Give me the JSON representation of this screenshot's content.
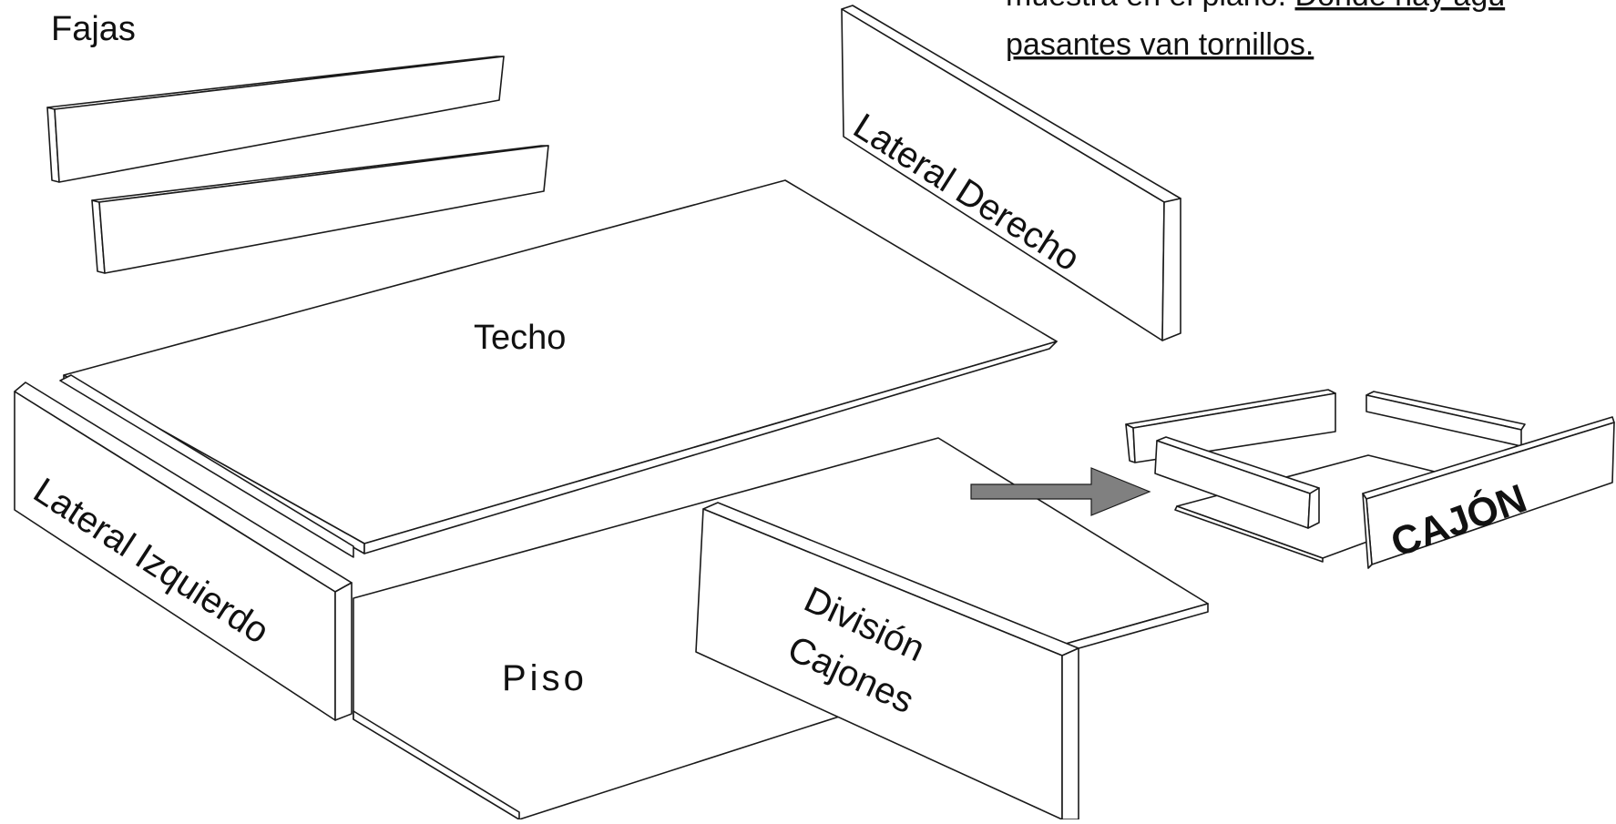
{
  "labels": {
    "fajas": "Fajas",
    "techo": "Techo",
    "lateral_derecho": "Lateral Derecho",
    "lateral_izquierdo": "Lateral Izquierdo",
    "piso": "Piso",
    "division_line1": "División",
    "division_line2": "Cajones",
    "cajon": "CAJÓN"
  },
  "note": {
    "line1_plain": "muestra en el plano. ",
    "line1_underlined": "Donde hay agu",
    "line2_underlined": "pasantes van tornillos."
  },
  "colors": {
    "arrow": "#808080"
  }
}
